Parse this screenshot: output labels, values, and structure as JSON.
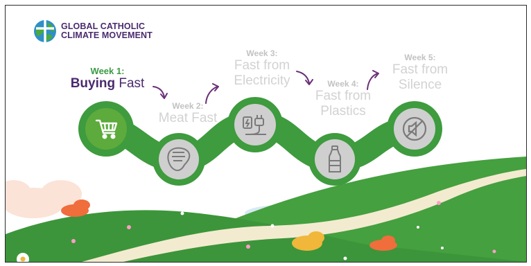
{
  "logo": {
    "line1": "GLOBAL CATHOLIC",
    "line2": "CLIMATE MOVEMENT",
    "icon": "globe-icon"
  },
  "weeks": [
    {
      "week": "Week 1:",
      "title_bold": "Buying",
      "title_rest": " Fast",
      "icon": "shopping-cart-icon",
      "active": true
    },
    {
      "week": "Week 2:",
      "title": "Meat Fast",
      "icon": "steak-icon",
      "active": false
    },
    {
      "week": "Week 3:",
      "title_line1": "Fast from",
      "title_line2": "Electricity",
      "icon": "plug-icon",
      "active": false
    },
    {
      "week": "Week 4:",
      "title_line1": "Fast from",
      "title_line2": "Plastics",
      "icon": "plastic-bottle-icon",
      "active": false
    },
    {
      "week": "Week 5:",
      "title_line1": "Fast from",
      "title_line2": "Silence",
      "icon": "no-sound-icon",
      "active": false
    }
  ],
  "colors": {
    "active_circle": "#5cab3c",
    "track_green": "#3e9b3e",
    "inactive_circle": "#cfcfcf",
    "brand_purple": "#4a2a6e",
    "arrow": "#6b2f78"
  }
}
